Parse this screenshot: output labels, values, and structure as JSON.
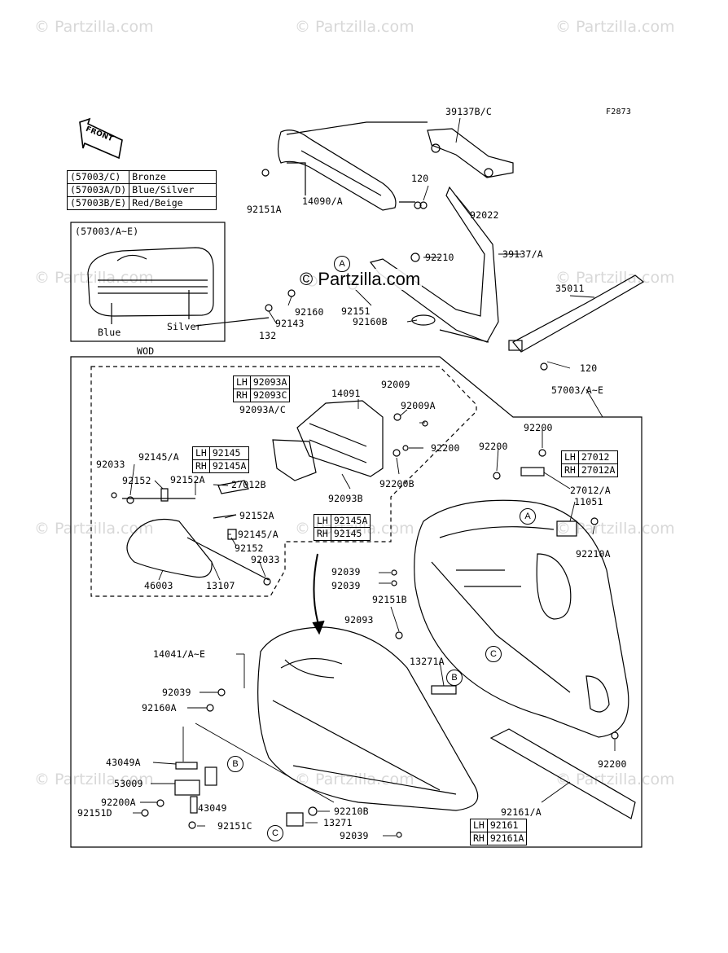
{
  "watermark": "© Partzilla.com",
  "center_watermark": "© Partzilla.com",
  "figure_id": "F2873",
  "front_label": "FRONT",
  "color_table": [
    {
      "code": "(57003/C)",
      "color": "Bronze"
    },
    {
      "code": "(57003A/D)",
      "color": "Blue/Silver"
    },
    {
      "code": "(57003B/E)",
      "color": "Red/Beige"
    }
  ],
  "inset": {
    "title": "(57003/A~E)",
    "left_label": "Blue",
    "right_label": "Silver"
  },
  "wod_label": "WOD",
  "callouts": {
    "a": "A",
    "b": "B",
    "c": "C"
  },
  "lhrh_tables": {
    "t92093": [
      {
        "side": "LH",
        "part": "92093A"
      },
      {
        "side": "RH",
        "part": "92093C"
      }
    ],
    "t92145": [
      {
        "side": "LH",
        "part": "92145"
      },
      {
        "side": "RH",
        "part": "92145A"
      }
    ],
    "t92145A": [
      {
        "side": "LH",
        "part": "92145A"
      },
      {
        "side": "RH",
        "part": "92145"
      }
    ],
    "t27012": [
      {
        "side": "LH",
        "part": "27012"
      },
      {
        "side": "RH",
        "part": "27012A"
      }
    ],
    "t92161": [
      {
        "side": "LH",
        "part": "92161"
      },
      {
        "side": "RH",
        "part": "92161A"
      }
    ]
  },
  "part_labels": {
    "p39137BC": "39137B/C",
    "p120a": "120",
    "p14090A": "14090/A",
    "p92151A": "92151A",
    "p92022": "92022",
    "p92210a": "92210",
    "p39137A": "39137/A",
    "p35011": "35011",
    "p92160": "92160",
    "p92151a": "92151",
    "p92143": "92143",
    "p132": "132",
    "p92160B": "92160B",
    "p120b": "120",
    "p57003AE": "57003/A~E",
    "p14091": "14091",
    "p92009": "92009",
    "p92009A": "92009A",
    "p92093AC": "92093A/C",
    "p92200a": "92200",
    "p92200B": "92200B",
    "p92093B": "92093B",
    "p92200b": "92200",
    "p92200c": "92200",
    "p92145A_top": "92145/A",
    "p92033a": "92033",
    "p92152a": "92152",
    "p92152A_a": "92152A",
    "p27012B": "27012B",
    "p27012A": "27012/A",
    "p11051": "11051",
    "p92152A_b": "92152A",
    "p92145A_mid": "92145/A",
    "p92152b": "92152",
    "p92033b": "92033",
    "p46003": "46003",
    "p13107": "13107",
    "p92210A": "92210A",
    "p92039a": "92039",
    "p92039b": "92039",
    "p92151B": "92151B",
    "p92093": "92093",
    "p14041": "14041/A~E",
    "p13271A": "13271A",
    "p92039c": "92039",
    "p92160A": "92160A",
    "p92200d": "92200",
    "p43049A": "43049A",
    "p53009": "53009",
    "p92200A": "92200A",
    "p43049": "43049",
    "p92151D": "92151D",
    "p92151C": "92151C",
    "p92210B": "92210B",
    "p13271": "13271",
    "p92039d": "92039",
    "p92161A": "92161/A"
  }
}
